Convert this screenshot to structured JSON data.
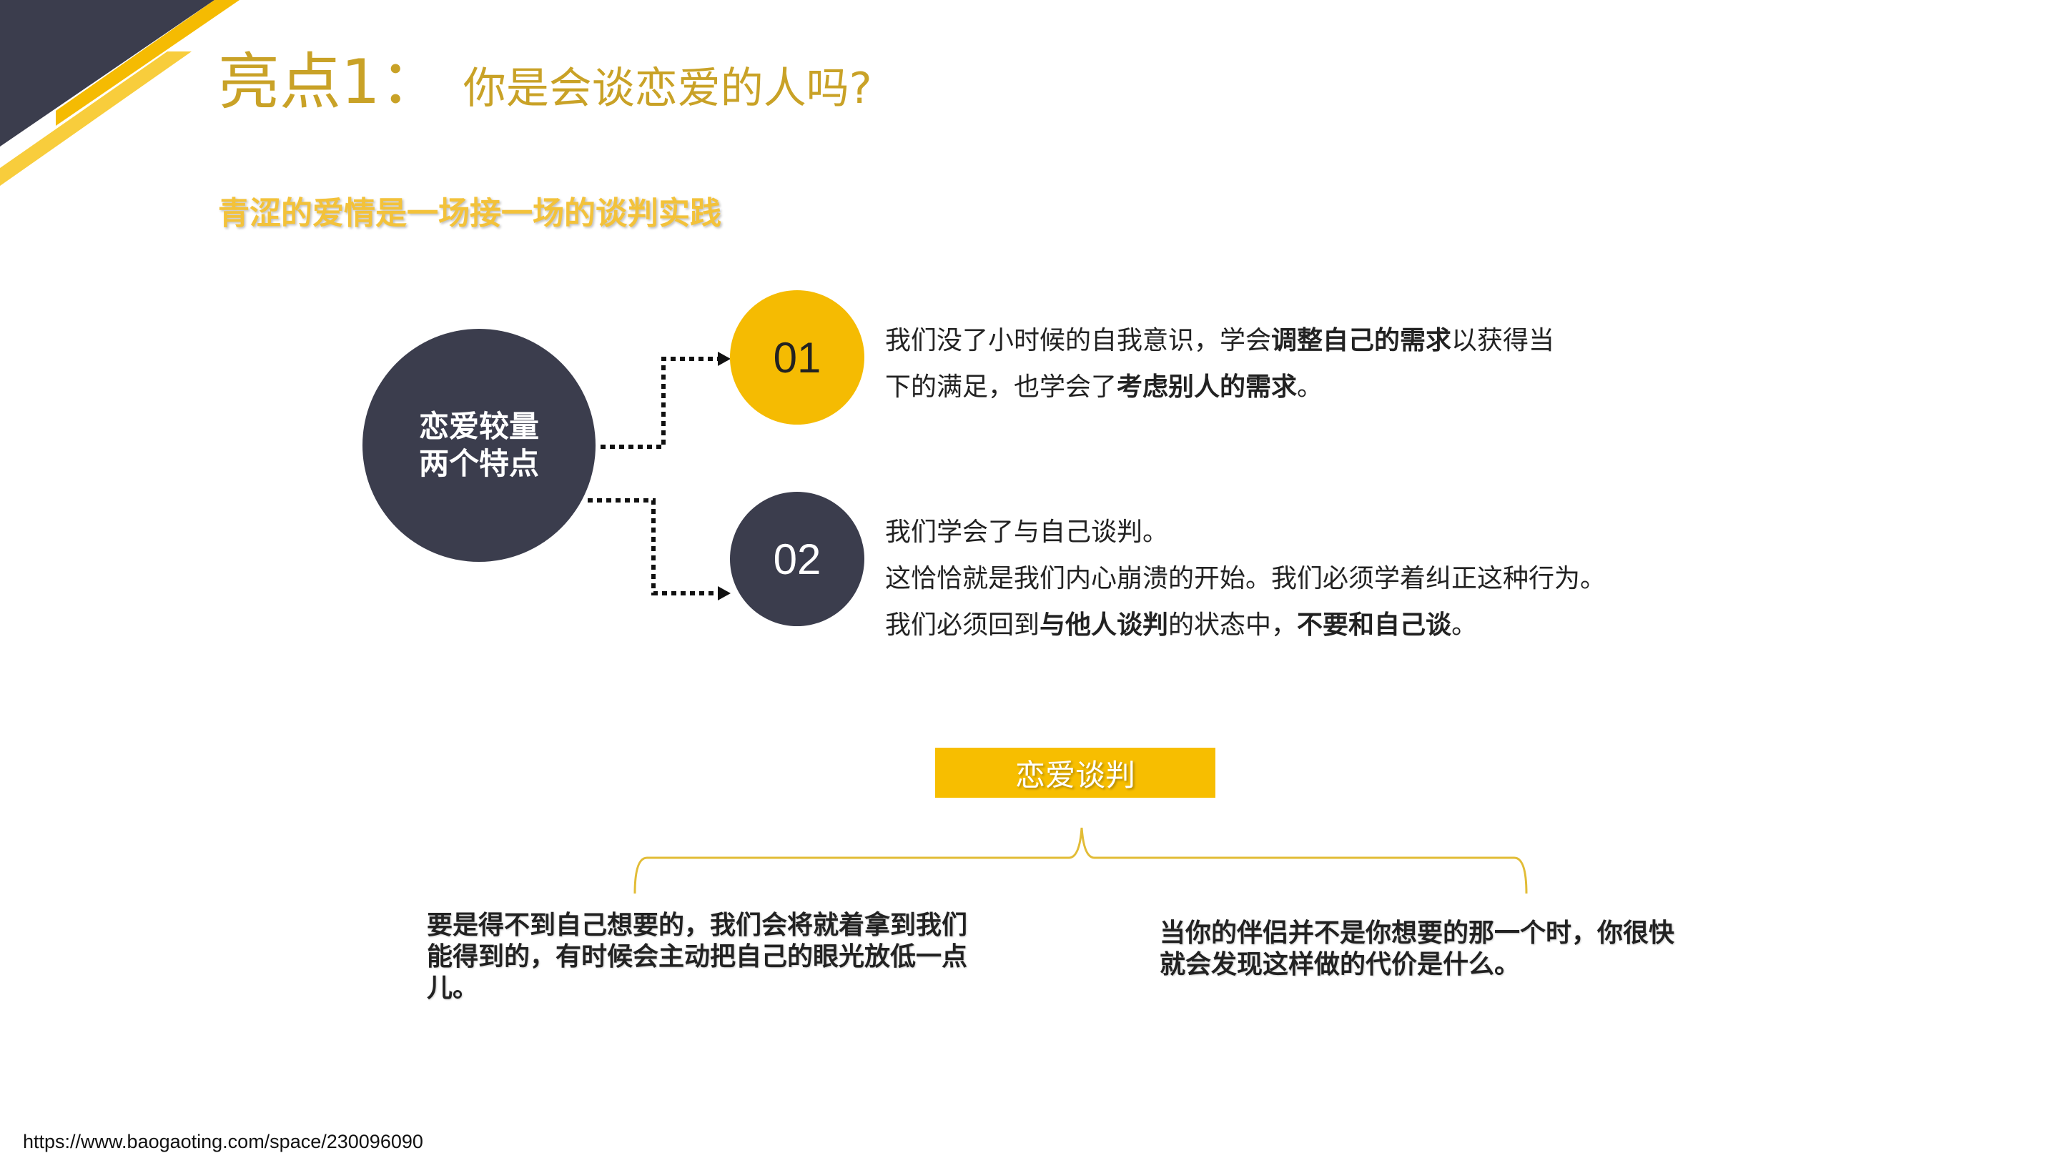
{
  "header": {
    "title_main": "亮点1：",
    "title_sub": "你是会谈恋爱的人吗?",
    "subtitle": "青涩的爱情是一场接一场的谈判实践"
  },
  "diagram": {
    "center_line1": "恋爱较量",
    "center_line2": "两个特点",
    "points": [
      {
        "number": "01",
        "lines": [
          [
            {
              "text": "我们没了小时候的自我意识，学会",
              "bold": false
            },
            {
              "text": "调整自己的需求",
              "bold": true
            },
            {
              "text": "以获得当",
              "bold": false
            }
          ],
          [
            {
              "text": "下的满足，也学会了",
              "bold": false
            },
            {
              "text": "考虑别人的需求",
              "bold": true
            },
            {
              "text": "。",
              "bold": false
            }
          ]
        ]
      },
      {
        "number": "02",
        "lines": [
          [
            {
              "text": "我们学会了与自己谈判。",
              "bold": false
            }
          ],
          [
            {
              "text": "这恰恰就是我们内心崩溃的开始。我们必须学着纠正这种行为。",
              "bold": false
            }
          ],
          [
            {
              "text": "我们必须回到",
              "bold": false
            },
            {
              "text": "与他人谈判",
              "bold": true
            },
            {
              "text": "的状态中，",
              "bold": false
            },
            {
              "text": "不要和自己谈",
              "bold": true
            },
            {
              "text": "。",
              "bold": false
            }
          ]
        ]
      }
    ]
  },
  "negotiation": {
    "label": "恋爱谈判",
    "left_text": "要是得不到自己想要的，我们会将就着拿到我们能得到的，有时候会主动把自己的眼光放低一点儿。",
    "right_text": "当你的伴侣并不是你想要的那一个时，你很快就会发现这样做的代价是什么。"
  },
  "footer": {
    "url": "https://www.baogaoting.com/space/230096090"
  },
  "colors": {
    "accent_yellow": "#f5bb02",
    "dark_navy": "#3b3d4d",
    "title_gold": "#c9a227"
  }
}
